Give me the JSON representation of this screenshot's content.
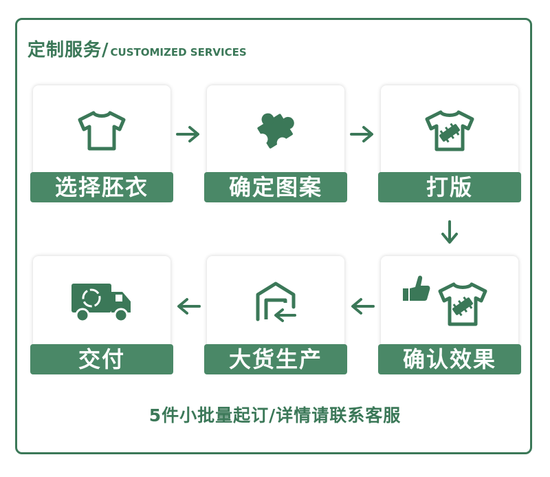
{
  "title": {
    "cn": "定制服务/",
    "en": "CUSTOMIZED SERVICES"
  },
  "steps": [
    {
      "label": "选择胚衣",
      "icon": "tshirt-icon"
    },
    {
      "label": "确定图案",
      "icon": "puzzle-icon"
    },
    {
      "label": "打版",
      "icon": "patched-tshirt-icon"
    },
    {
      "label": "确认效果",
      "icon": "thumbs-up-tshirt-icon"
    },
    {
      "label": "大货生产",
      "icon": "warehouse-icon"
    },
    {
      "label": "交付",
      "icon": "delivery-truck-icon"
    }
  ],
  "footer": "5件小批量起订/详情请联系客服",
  "colors": {
    "primary": "#3b7858",
    "label_bg": "#4a8867"
  }
}
